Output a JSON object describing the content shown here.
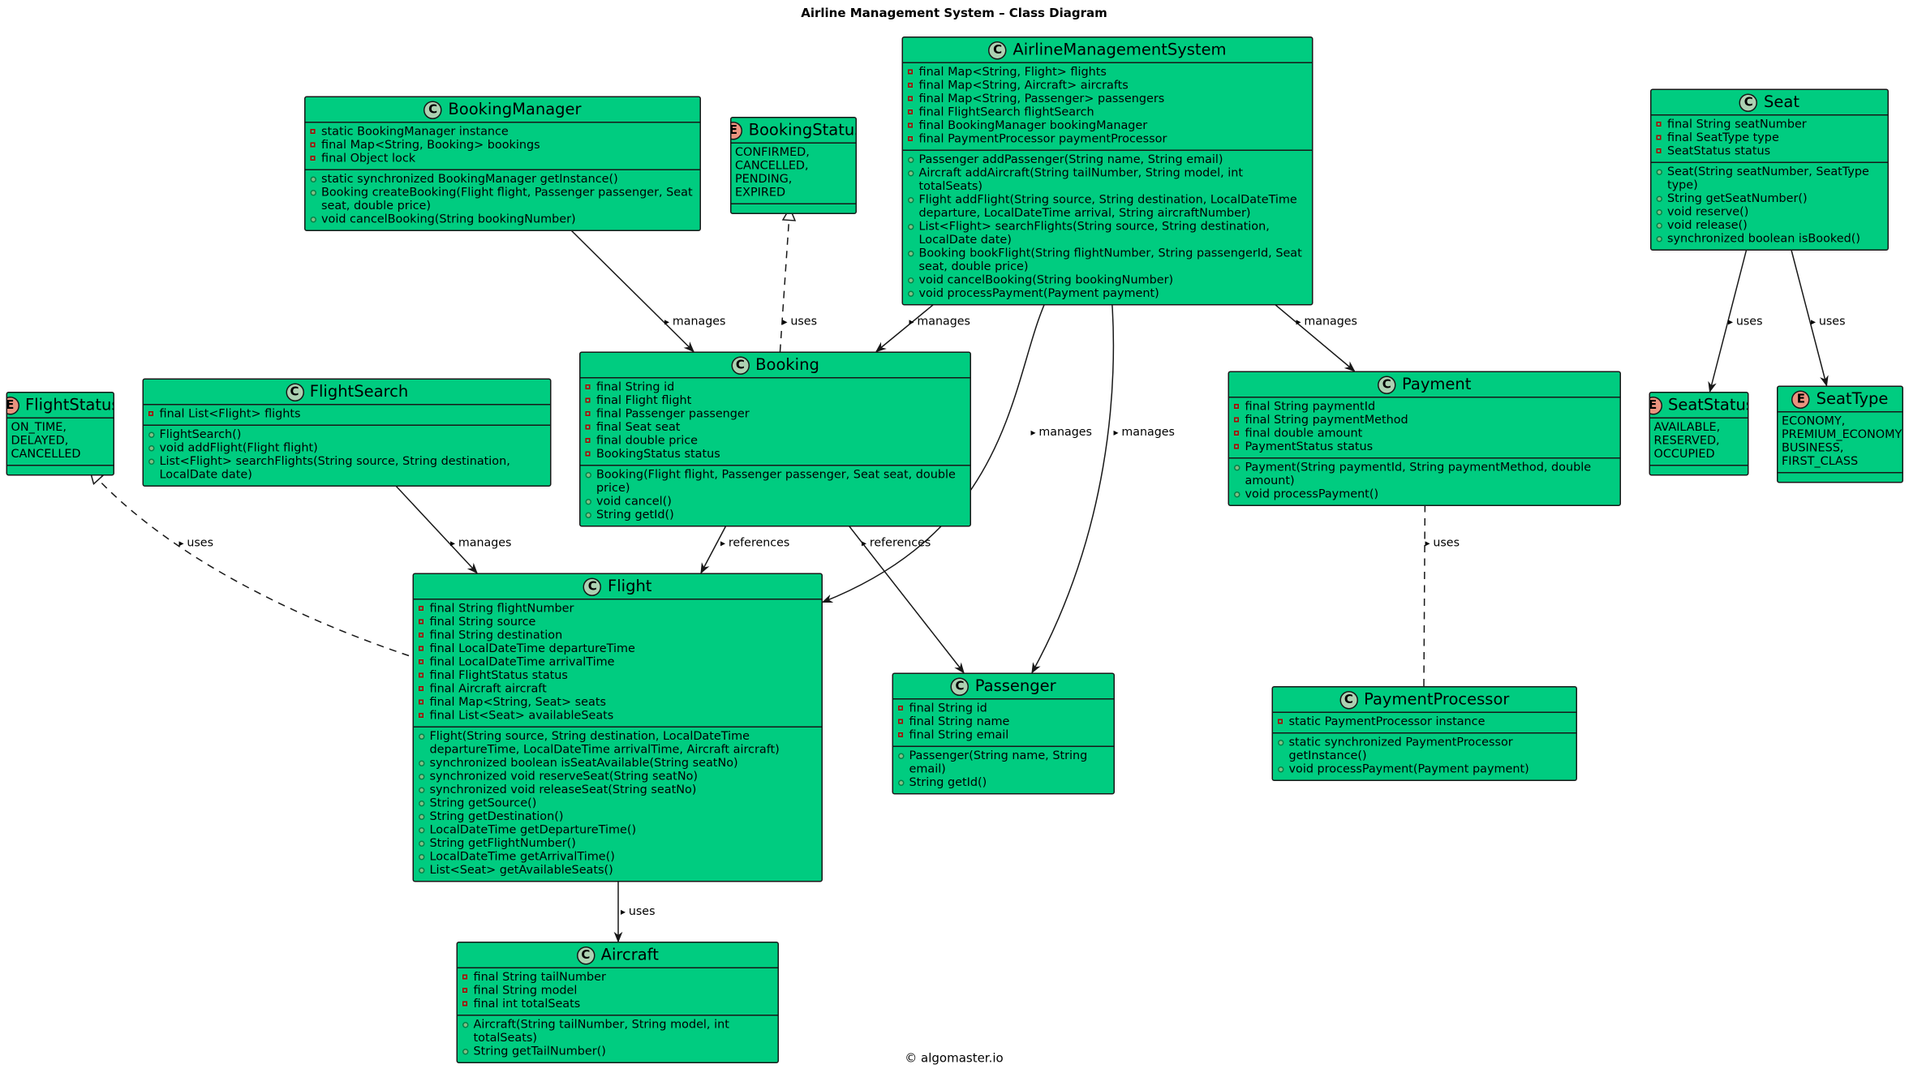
{
  "diagram": {
    "title": "Airline Management System – Class Diagram",
    "footer": "© algomaster.io"
  },
  "colors": {
    "class_fill": "#00cc80",
    "border": "#181818",
    "class_badge": "#add1b2",
    "enum_badge": "#eb937f"
  },
  "classes": [
    {
      "id": "AirlineManagementSystem",
      "kind": "class",
      "name": "AirlineManagementSystem",
      "fields": [
        {
          "vis": "private",
          "text": "final Map<String, Flight> flights"
        },
        {
          "vis": "private",
          "text": "final Map<String, Aircraft> aircrafts"
        },
        {
          "vis": "private",
          "text": "final Map<String, Passenger> passengers"
        },
        {
          "vis": "private",
          "text": "final FlightSearch flightSearch"
        },
        {
          "vis": "private",
          "text": "final BookingManager bookingManager"
        },
        {
          "vis": "private",
          "text": "final PaymentProcessor paymentProcessor"
        }
      ],
      "methods": [
        {
          "vis": "public",
          "text": "Passenger addPassenger(String name, String email)"
        },
        {
          "vis": "public",
          "text": "Aircraft addAircraft(String tailNumber, String model, int totalSeats)"
        },
        {
          "vis": "public",
          "text": "Flight addFlight(String source, String destination, LocalDateTime departure, LocalDateTime arrival, String aircraftNumber)"
        },
        {
          "vis": "public",
          "text": "List<Flight> searchFlights(String source, String destination, LocalDate date)"
        },
        {
          "vis": "public",
          "text": "Booking bookFlight(String flightNumber, String passengerId, Seat seat, double price)"
        },
        {
          "vis": "public",
          "text": "void cancelBooking(String bookingNumber)"
        },
        {
          "vis": "public",
          "text": "void processPayment(Payment payment)"
        }
      ]
    },
    {
      "id": "BookingManager",
      "kind": "class",
      "name": "BookingManager",
      "fields": [
        {
          "vis": "private",
          "text": "static BookingManager instance"
        },
        {
          "vis": "private",
          "text": "final Map<String, Booking> bookings"
        },
        {
          "vis": "private",
          "text": "final Object lock"
        }
      ],
      "methods": [
        {
          "vis": "public",
          "text": "static synchronized BookingManager getInstance()"
        },
        {
          "vis": "public",
          "text": "Booking createBooking(Flight flight, Passenger passenger, Seat seat, double price)"
        },
        {
          "vis": "public",
          "text": "void cancelBooking(String bookingNumber)"
        }
      ]
    },
    {
      "id": "BookingStatus",
      "kind": "enum",
      "name": "BookingStatus",
      "literals": [
        "CONFIRMED,",
        "CANCELLED,",
        "PENDING,",
        "EXPIRED"
      ]
    },
    {
      "id": "Seat",
      "kind": "class",
      "name": "Seat",
      "fields": [
        {
          "vis": "private",
          "text": "final String seatNumber"
        },
        {
          "vis": "private",
          "text": "final SeatType type"
        },
        {
          "vis": "private",
          "text": "SeatStatus status"
        }
      ],
      "methods": [
        {
          "vis": "public",
          "text": "Seat(String seatNumber, SeatType type)"
        },
        {
          "vis": "public",
          "text": "String getSeatNumber()"
        },
        {
          "vis": "public",
          "text": "void reserve()"
        },
        {
          "vis": "public",
          "text": "void release()"
        },
        {
          "vis": "public",
          "text": "synchronized boolean isBooked()"
        }
      ]
    },
    {
      "id": "FlightStatus",
      "kind": "enum",
      "name": "FlightStatus",
      "literals": [
        "ON_TIME,",
        "DELAYED,",
        "CANCELLED"
      ]
    },
    {
      "id": "FlightSearch",
      "kind": "class",
      "name": "FlightSearch",
      "fields": [
        {
          "vis": "private",
          "text": "final List<Flight> flights"
        }
      ],
      "methods": [
        {
          "vis": "public",
          "text": "FlightSearch()"
        },
        {
          "vis": "public",
          "text": "void addFlight(Flight flight)"
        },
        {
          "vis": "public",
          "text": "List<Flight> searchFlights(String source, String destination, LocalDate date)"
        }
      ]
    },
    {
      "id": "Booking",
      "kind": "class",
      "name": "Booking",
      "fields": [
        {
          "vis": "private",
          "text": "final String id"
        },
        {
          "vis": "private",
          "text": "final Flight flight"
        },
        {
          "vis": "private",
          "text": "final Passenger passenger"
        },
        {
          "vis": "private",
          "text": "final Seat seat"
        },
        {
          "vis": "private",
          "text": "final double price"
        },
        {
          "vis": "private",
          "text": "BookingStatus status"
        }
      ],
      "methods": [
        {
          "vis": "public",
          "text": "Booking(Flight flight, Passenger passenger, Seat seat, double price)"
        },
        {
          "vis": "public",
          "text": "void cancel()"
        },
        {
          "vis": "public",
          "text": "String getId()"
        }
      ]
    },
    {
      "id": "Payment",
      "kind": "class",
      "name": "Payment",
      "fields": [
        {
          "vis": "private",
          "text": "final String paymentId"
        },
        {
          "vis": "private",
          "text": "final String paymentMethod"
        },
        {
          "vis": "private",
          "text": "final double amount"
        },
        {
          "vis": "private",
          "text": "PaymentStatus status"
        }
      ],
      "methods": [
        {
          "vis": "public",
          "text": "Payment(String paymentId, String paymentMethod, double amount)"
        },
        {
          "vis": "public",
          "text": "void processPayment()"
        }
      ]
    },
    {
      "id": "SeatStatus",
      "kind": "enum",
      "name": "SeatStatus",
      "literals": [
        "AVAILABLE,",
        "RESERVED,",
        "OCCUPIED"
      ]
    },
    {
      "id": "SeatType",
      "kind": "enum",
      "name": "SeatType",
      "literals": [
        "ECONOMY,",
        "PREMIUM_ECONOMY,",
        "BUSINESS,",
        "FIRST_CLASS"
      ]
    },
    {
      "id": "Flight",
      "kind": "class",
      "name": "Flight",
      "fields": [
        {
          "vis": "private",
          "text": "final String flightNumber"
        },
        {
          "vis": "private",
          "text": "final String source"
        },
        {
          "vis": "private",
          "text": "final String destination"
        },
        {
          "vis": "private",
          "text": "final LocalDateTime departureTime"
        },
        {
          "vis": "private",
          "text": "final LocalDateTime arrivalTime"
        },
        {
          "vis": "private",
          "text": "final FlightStatus status"
        },
        {
          "vis": "private",
          "text": "final Aircraft aircraft"
        },
        {
          "vis": "private",
          "text": "final Map<String, Seat> seats"
        },
        {
          "vis": "private",
          "text": "final List<Seat> availableSeats"
        }
      ],
      "methods": [
        {
          "vis": "public",
          "text": "Flight(String source, String destination, LocalDateTime departureTime, LocalDateTime arrivalTime, Aircraft aircraft)"
        },
        {
          "vis": "public",
          "text": "synchronized boolean isSeatAvailable(String seatNo)"
        },
        {
          "vis": "public",
          "text": "synchronized void reserveSeat(String seatNo)"
        },
        {
          "vis": "public",
          "text": "synchronized void releaseSeat(String seatNo)"
        },
        {
          "vis": "public",
          "text": "String getSource()"
        },
        {
          "vis": "public",
          "text": "String getDestination()"
        },
        {
          "vis": "public",
          "text": "LocalDateTime getDepartureTime()"
        },
        {
          "vis": "public",
          "text": "String getFlightNumber()"
        },
        {
          "vis": "public",
          "text": "LocalDateTime getArrivalTime()"
        },
        {
          "vis": "public",
          "text": "List<Seat> getAvailableSeats()"
        }
      ]
    },
    {
      "id": "Passenger",
      "kind": "class",
      "name": "Passenger",
      "fields": [
        {
          "vis": "private",
          "text": "final String id"
        },
        {
          "vis": "private",
          "text": "final String name"
        },
        {
          "vis": "private",
          "text": "final String email"
        }
      ],
      "methods": [
        {
          "vis": "public",
          "text": "Passenger(String name, String email)"
        },
        {
          "vis": "public",
          "text": "String getId()"
        }
      ]
    },
    {
      "id": "PaymentProcessor",
      "kind": "class",
      "name": "PaymentProcessor",
      "fields": [
        {
          "vis": "private",
          "text": "static PaymentProcessor instance"
        }
      ],
      "methods": [
        {
          "vis": "public",
          "text": "static synchronized PaymentProcessor getInstance()"
        },
        {
          "vis": "public",
          "text": "void processPayment(Payment payment)"
        }
      ]
    },
    {
      "id": "Aircraft",
      "kind": "class",
      "name": "Aircraft",
      "fields": [
        {
          "vis": "private",
          "text": "final String tailNumber"
        },
        {
          "vis": "private",
          "text": "final String model"
        },
        {
          "vis": "private",
          "text": "final int totalSeats"
        }
      ],
      "methods": [
        {
          "vis": "public",
          "text": "Aircraft(String tailNumber, String model, int totalSeats)"
        },
        {
          "vis": "public",
          "text": "String getTailNumber()"
        }
      ]
    }
  ],
  "relations": [
    {
      "id": "r1",
      "from": "BookingManager",
      "to": "Booking",
      "type": "association",
      "label": "manages"
    },
    {
      "id": "r2",
      "from": "AirlineManagementSystem",
      "to": "Booking",
      "type": "association",
      "label": "manages"
    },
    {
      "id": "r3",
      "from": "Booking",
      "to": "BookingStatus",
      "type": "realization",
      "label": "uses"
    },
    {
      "id": "r4",
      "from": "AirlineManagementSystem",
      "to": "Flight",
      "type": "association",
      "label": "manages"
    },
    {
      "id": "r5",
      "from": "AirlineManagementSystem",
      "to": "Passenger",
      "type": "association",
      "label": "manages"
    },
    {
      "id": "r6",
      "from": "AirlineManagementSystem",
      "to": "Payment",
      "type": "association",
      "label": "manages"
    },
    {
      "id": "r7",
      "from": "Seat",
      "to": "SeatStatus",
      "type": "association",
      "label": "uses"
    },
    {
      "id": "r8",
      "from": "Seat",
      "to": "SeatType",
      "type": "association",
      "label": "uses"
    },
    {
      "id": "r9",
      "from": "Flight",
      "to": "FlightStatus",
      "type": "realization",
      "label": "uses"
    },
    {
      "id": "r10",
      "from": "FlightSearch",
      "to": "Flight",
      "type": "association",
      "label": "manages"
    },
    {
      "id": "r11",
      "from": "Booking",
      "to": "Flight",
      "type": "association",
      "label": "references"
    },
    {
      "id": "r12",
      "from": "Booking",
      "to": "Passenger",
      "type": "association",
      "label": "references"
    },
    {
      "id": "r13",
      "from": "PaymentProcessor",
      "to": "Payment",
      "type": "realization",
      "label": "uses"
    },
    {
      "id": "r14",
      "from": "Flight",
      "to": "Aircraft",
      "type": "association",
      "label": "uses"
    }
  ]
}
